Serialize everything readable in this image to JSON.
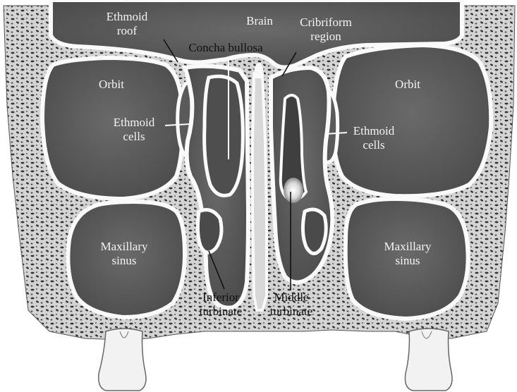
{
  "labels": {
    "brain": "Brain",
    "ethmoid_roof": [
      "Ethmoid",
      "roof"
    ],
    "cribriform_region": [
      "Cribriform",
      "region"
    ],
    "concha_bullosa": "Concha bullosa",
    "orbit_left": "Orbit",
    "orbit_right": "Orbit",
    "ethmoid_cells_left": [
      "Ethmoid",
      "cells"
    ],
    "ethmoid_cells_right": [
      "Ethmoid",
      "cells"
    ],
    "maxillary_sinus_left": [
      "Maxillary",
      "sinus"
    ],
    "maxillary_sinus_right": [
      "Maxillary",
      "sinus"
    ],
    "inferior_turbinate": [
      "Inferior",
      "turbinate"
    ],
    "middle_turbinate": [
      "Middle",
      "turbinate"
    ]
  },
  "colors": {
    "bone": "#cfcfcf",
    "bone_pores": "#3a3a3a",
    "membrane": "#fafafa",
    "cavity": "#5c5c5c",
    "cavity_dark": "#4a4a4a",
    "tooth": "#f2f2f2"
  }
}
